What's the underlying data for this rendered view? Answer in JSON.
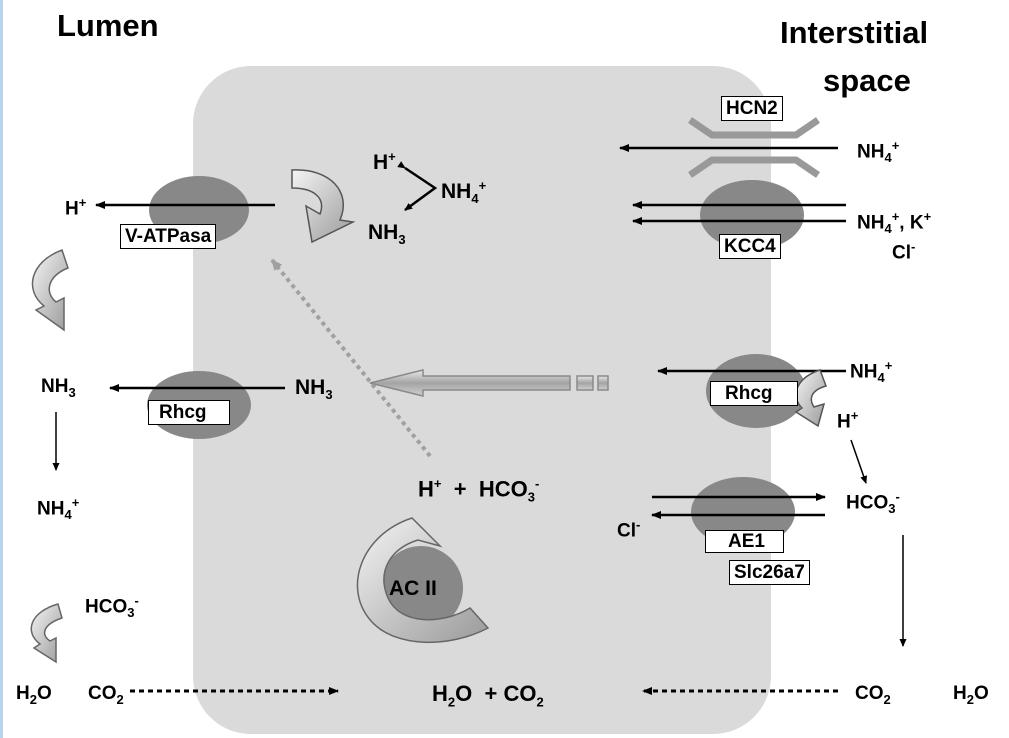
{
  "headers": {
    "lumen": "Lumen",
    "interstitial_1": "Interstitial",
    "interstitial_2": "space"
  },
  "transporters": {
    "hcn2": "HCN2",
    "kcc4": "KCC4",
    "v_atpase": "V-ATPasa",
    "rhcg_apical": "Rhcg",
    "rhcg_basal": "Rhcg",
    "ae1": "AE1",
    "slc26a7": "Slc26a7",
    "ac2": "AC II"
  },
  "species": {
    "h": "H",
    "nh4": "NH",
    "nh3": "NH",
    "hco3": "HCO",
    "cl": "Cl",
    "h2o": "H",
    "co2": "CO",
    "k": "K",
    "plus_sign": "+",
    "comma": ",",
    "sub_3": "3",
    "sub_4": "4",
    "sub_2": "2",
    "sup_plus": "+",
    "sup_minus": "-",
    "o": "O"
  }
}
